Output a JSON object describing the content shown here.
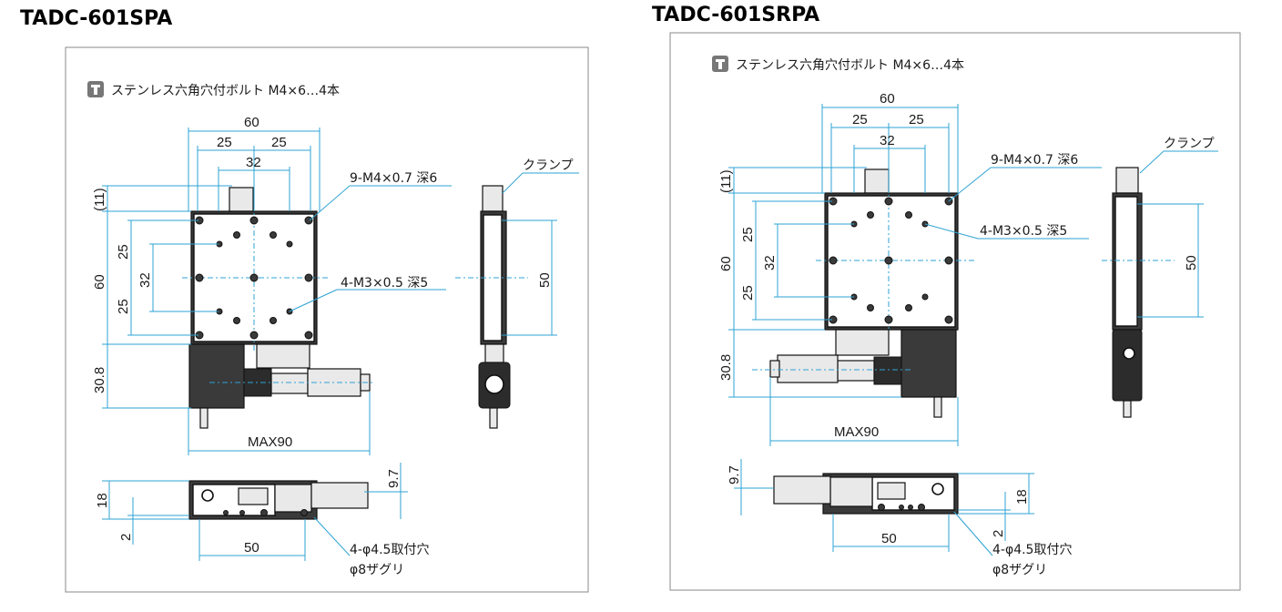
{
  "left": {
    "title": "TADC-601SPA",
    "bolt_note": "ステンレス六角穴付ボルト M4×6…4本",
    "dims": {
      "w60": "60",
      "w25a": "25",
      "w25b": "25",
      "w32": "32",
      "h11": "(11)",
      "h60": "60",
      "h25a": "25",
      "h32": "32",
      "h25b": "25",
      "h308": "30.8",
      "max90": "MAX90",
      "side50": "50",
      "b97": "9.7",
      "b18": "18",
      "b2": "2",
      "b50": "50"
    },
    "callouts": {
      "tap9": "9-M4×0.7 深6",
      "tap4": "4-M3×0.5 深5",
      "clamp": "クランプ",
      "mount": "4-φ4.5取付穴",
      "counterbore": "φ8ザグリ"
    }
  },
  "right": {
    "title": "TADC-601SRPA",
    "bolt_note": "ステンレス六角穴付ボルト M4×6…4本",
    "dims": {
      "w60": "60",
      "w25a": "25",
      "w25b": "25",
      "w32": "32",
      "h11": "(11)",
      "h60": "60",
      "h25a": "25",
      "h32": "32",
      "h25b": "25",
      "h308": "30.8",
      "max90": "MAX90",
      "side50": "50",
      "b97": "9.7",
      "b18": "18",
      "b2": "2",
      "b50": "50"
    },
    "callouts": {
      "tap9": "9-M4×0.7 深6",
      "tap4": "4-M3×0.5 深5",
      "clamp": "クランプ",
      "mount": "4-φ4.5取付穴",
      "counterbore": "φ8ザグリ"
    }
  },
  "colors": {
    "dimension": "#2ea3d4",
    "frame": "#8a8a8a",
    "body": "#3a3a3a"
  }
}
